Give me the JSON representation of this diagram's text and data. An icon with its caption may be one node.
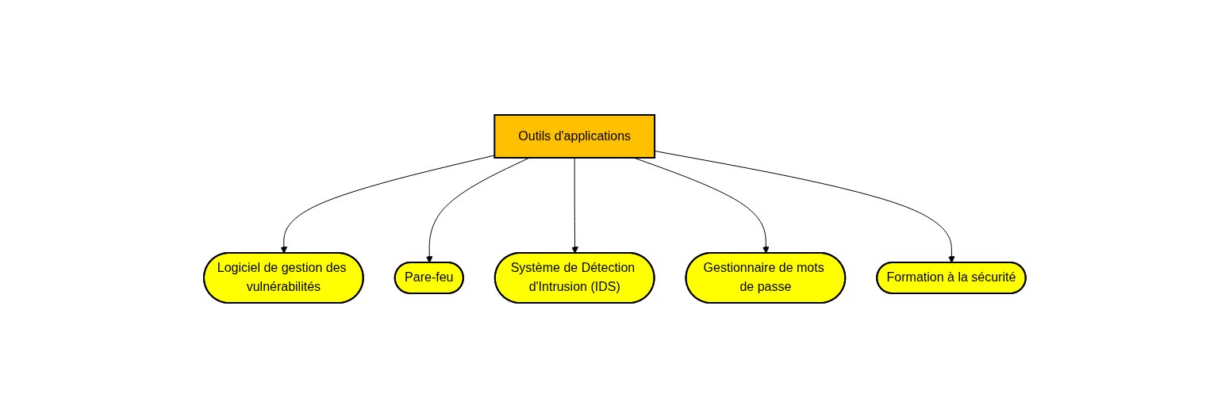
{
  "diagram": {
    "nodes": [
      {
        "text": [
          "Outils d'applications"
        ]
      },
      {
        "text": [
          "Logiciel de gestion des vulnérabilités"
        ]
      },
      {
        "text": [
          "Pare-feu"
        ]
      },
      {
        "text": [
          "Système de Détection d'Intrusion (IDS)"
        ]
      },
      {
        "text": [
          "Gestionnaire de mots de passe"
        ]
      },
      {
        "text": [
          "Formation à la sécurité"
        ]
      }
    ],
    "edges": [
      {
        "from": 0,
        "to": 1,
        "arrow": "to"
      },
      {
        "from": 0,
        "to": 2,
        "arrow": "to"
      },
      {
        "from": 0,
        "to": 3,
        "arrow": "to"
      },
      {
        "from": 0,
        "to": 4,
        "arrow": "to"
      },
      {
        "from": 0,
        "to": 5,
        "arrow": "to"
      }
    ]
  }
}
